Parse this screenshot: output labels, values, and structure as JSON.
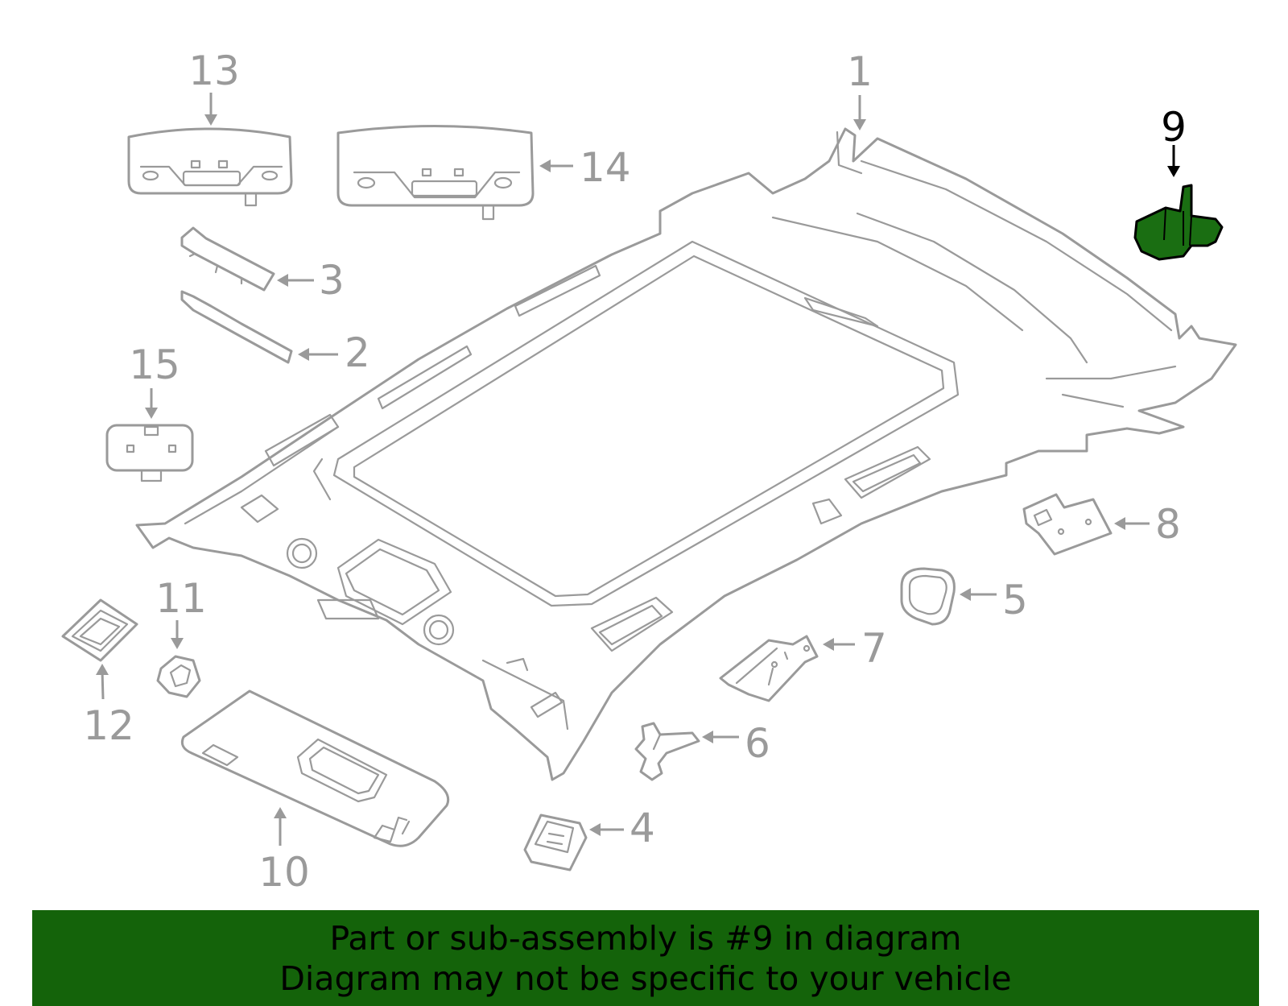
{
  "callouts": [
    {
      "num": "1",
      "highlight": false
    },
    {
      "num": "2",
      "highlight": false
    },
    {
      "num": "3",
      "highlight": false
    },
    {
      "num": "4",
      "highlight": false
    },
    {
      "num": "5",
      "highlight": false
    },
    {
      "num": "6",
      "highlight": false
    },
    {
      "num": "7",
      "highlight": false
    },
    {
      "num": "8",
      "highlight": false
    },
    {
      "num": "9",
      "highlight": true
    },
    {
      "num": "10",
      "highlight": false
    },
    {
      "num": "11",
      "highlight": false
    },
    {
      "num": "12",
      "highlight": false
    },
    {
      "num": "13",
      "highlight": false
    },
    {
      "num": "14",
      "highlight": false
    },
    {
      "num": "15",
      "highlight": false
    }
  ],
  "banner": {
    "line1": "Part or sub-assembly is #9 in diagram",
    "line2": "Diagram may not be specific to your vehicle"
  },
  "colors": {
    "part_stroke": "#9a9a9a",
    "highlight_fill": "#1a6e12",
    "banner_bg": "#14630a"
  }
}
